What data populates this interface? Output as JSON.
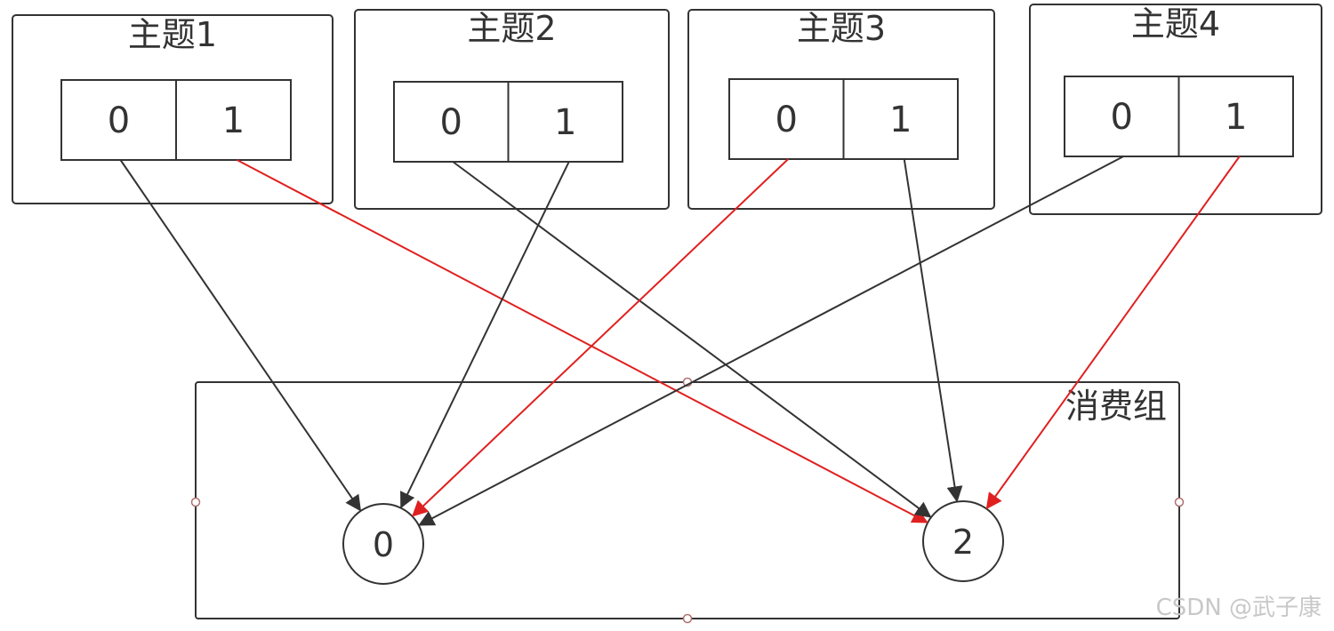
{
  "topics": [
    {
      "title": "主题1",
      "partitions": [
        "0",
        "1"
      ]
    },
    {
      "title": "主题2",
      "partitions": [
        "0",
        "1"
      ]
    },
    {
      "title": "主题3",
      "partitions": [
        "0",
        "1"
      ]
    },
    {
      "title": "主题4",
      "partitions": [
        "0",
        "1"
      ]
    }
  ],
  "consumer_group": {
    "label": "消费组",
    "consumers": [
      "0",
      "2"
    ]
  },
  "assignments": [
    {
      "topic": 0,
      "partition": 0,
      "consumer": 0,
      "color": "#333333"
    },
    {
      "topic": 0,
      "partition": 1,
      "consumer": 1,
      "color": "#e02020"
    },
    {
      "topic": 1,
      "partition": 0,
      "consumer": 1,
      "color": "#333333"
    },
    {
      "topic": 1,
      "partition": 1,
      "consumer": 0,
      "color": "#333333"
    },
    {
      "topic": 2,
      "partition": 0,
      "consumer": 0,
      "color": "#e02020"
    },
    {
      "topic": 2,
      "partition": 1,
      "consumer": 1,
      "color": "#333333"
    },
    {
      "topic": 3,
      "partition": 0,
      "consumer": 0,
      "color": "#333333"
    },
    {
      "topic": 3,
      "partition": 1,
      "consumer": 1,
      "color": "#e02020"
    }
  ],
  "colors": {
    "stroke": "#333333",
    "highlight": "#e02020",
    "handle": "#b07070"
  },
  "watermark": "CSDN @武子康"
}
